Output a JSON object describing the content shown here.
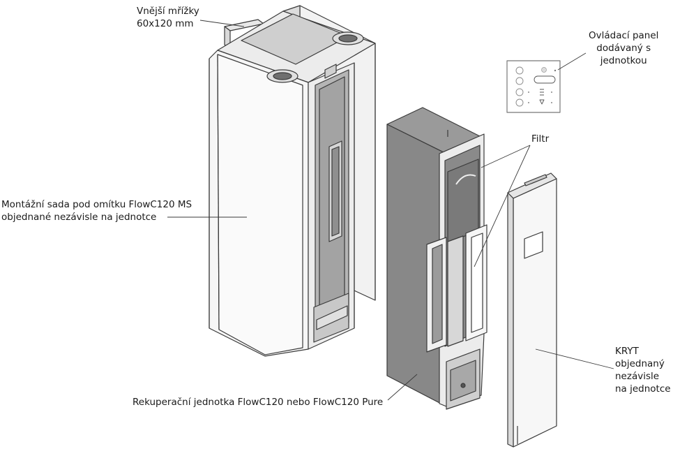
{
  "labels": {
    "grilles": [
      "Vnější mřížky",
      "60x120 mm"
    ],
    "control_panel": [
      "Ovládací panel",
      "dodávaný s",
      "jednotkou"
    ],
    "filter": [
      "Filtr"
    ],
    "mounting_kit": [
      "Montážní sada pod omítku FlowC120 MS",
      "objednané nezávisle na jednotce"
    ],
    "cover": [
      "KRYT",
      "objednaný",
      "nezávisle",
      "na jednotce"
    ],
    "recuperation_unit": [
      "Rekuperační jednotka FlowC120 nebo FlowC120 Pure"
    ]
  },
  "colors": {
    "line": "#3a3a3a",
    "panel_light": "#f4f4f4",
    "panel_mid": "#c9c9c9",
    "panel_dark": "#7d7d7d",
    "unit_side": "#8a8a8a",
    "unit_top": "#9c9c9c"
  },
  "icons": [
    "home-icon",
    "fan-icon",
    "cycle-icon",
    "snowflake-icon",
    "sun-icon",
    "wind-icon",
    "filter-icon"
  ]
}
